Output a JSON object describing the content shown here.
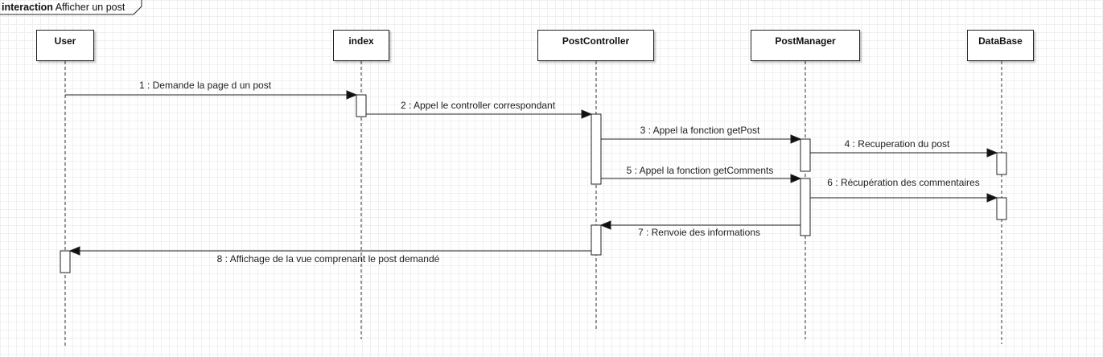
{
  "frame": {
    "keyword": "interaction",
    "name": "Afficher un post"
  },
  "lifelines": [
    {
      "id": "user",
      "label": "User"
    },
    {
      "id": "index",
      "label": "index"
    },
    {
      "id": "postcontroller",
      "label": "PostController"
    },
    {
      "id": "postmanager",
      "label": "PostManager"
    },
    {
      "id": "database",
      "label": "DataBase"
    }
  ],
  "messages": [
    {
      "label": "1 : Demande la page d un post"
    },
    {
      "label": "2 : Appel le controller correspondant"
    },
    {
      "label": "3 : Appel la fonction getPost"
    },
    {
      "label": "4 : Recuperation du post"
    },
    {
      "label": "5 : Appel la fonction getComments"
    },
    {
      "label": "6 : Récupération des commentaires"
    },
    {
      "label": "7 : Renvoie des informations"
    },
    {
      "label": "8 : Affichage de la vue comprenant le post demandé"
    }
  ],
  "colors": {
    "line": "#222222",
    "lifeline_dash": "#333333",
    "grid": "#f0f0f0"
  }
}
